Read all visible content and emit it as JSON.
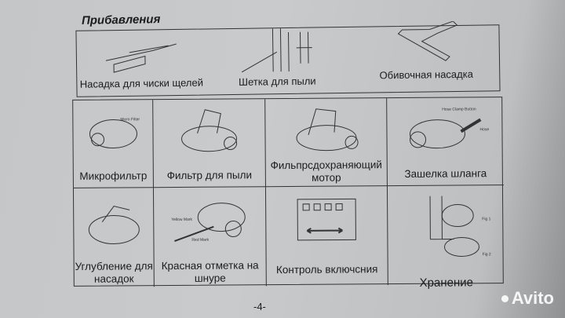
{
  "section_title": "Прибавления",
  "accessories": [
    {
      "label": "Насадка для чиски щелей"
    },
    {
      "label": "Шетка для пыли"
    },
    {
      "label": "Обивочная насадка"
    }
  ],
  "features": [
    {
      "label": "Микрофильтр",
      "callouts": [
        "Micro Filter"
      ]
    },
    {
      "label": "Фильтр для пыли"
    },
    {
      "label": "Фильпрсдохраняющий мотор"
    },
    {
      "label": "Зашелка шланга",
      "callouts": [
        "Hose Clamp Button",
        "Hose"
      ]
    },
    {
      "label": "Углубление для насадок"
    },
    {
      "label": "Красная отметка на шнуре",
      "callouts": [
        "Yellow Mark",
        "Red Mark"
      ]
    },
    {
      "label": "Контроль включсния"
    },
    {
      "label": "Хранение",
      "callouts": [
        "Fig 1",
        "Fig 2"
      ]
    }
  ],
  "page_number": "-4-",
  "watermark": "Avito"
}
